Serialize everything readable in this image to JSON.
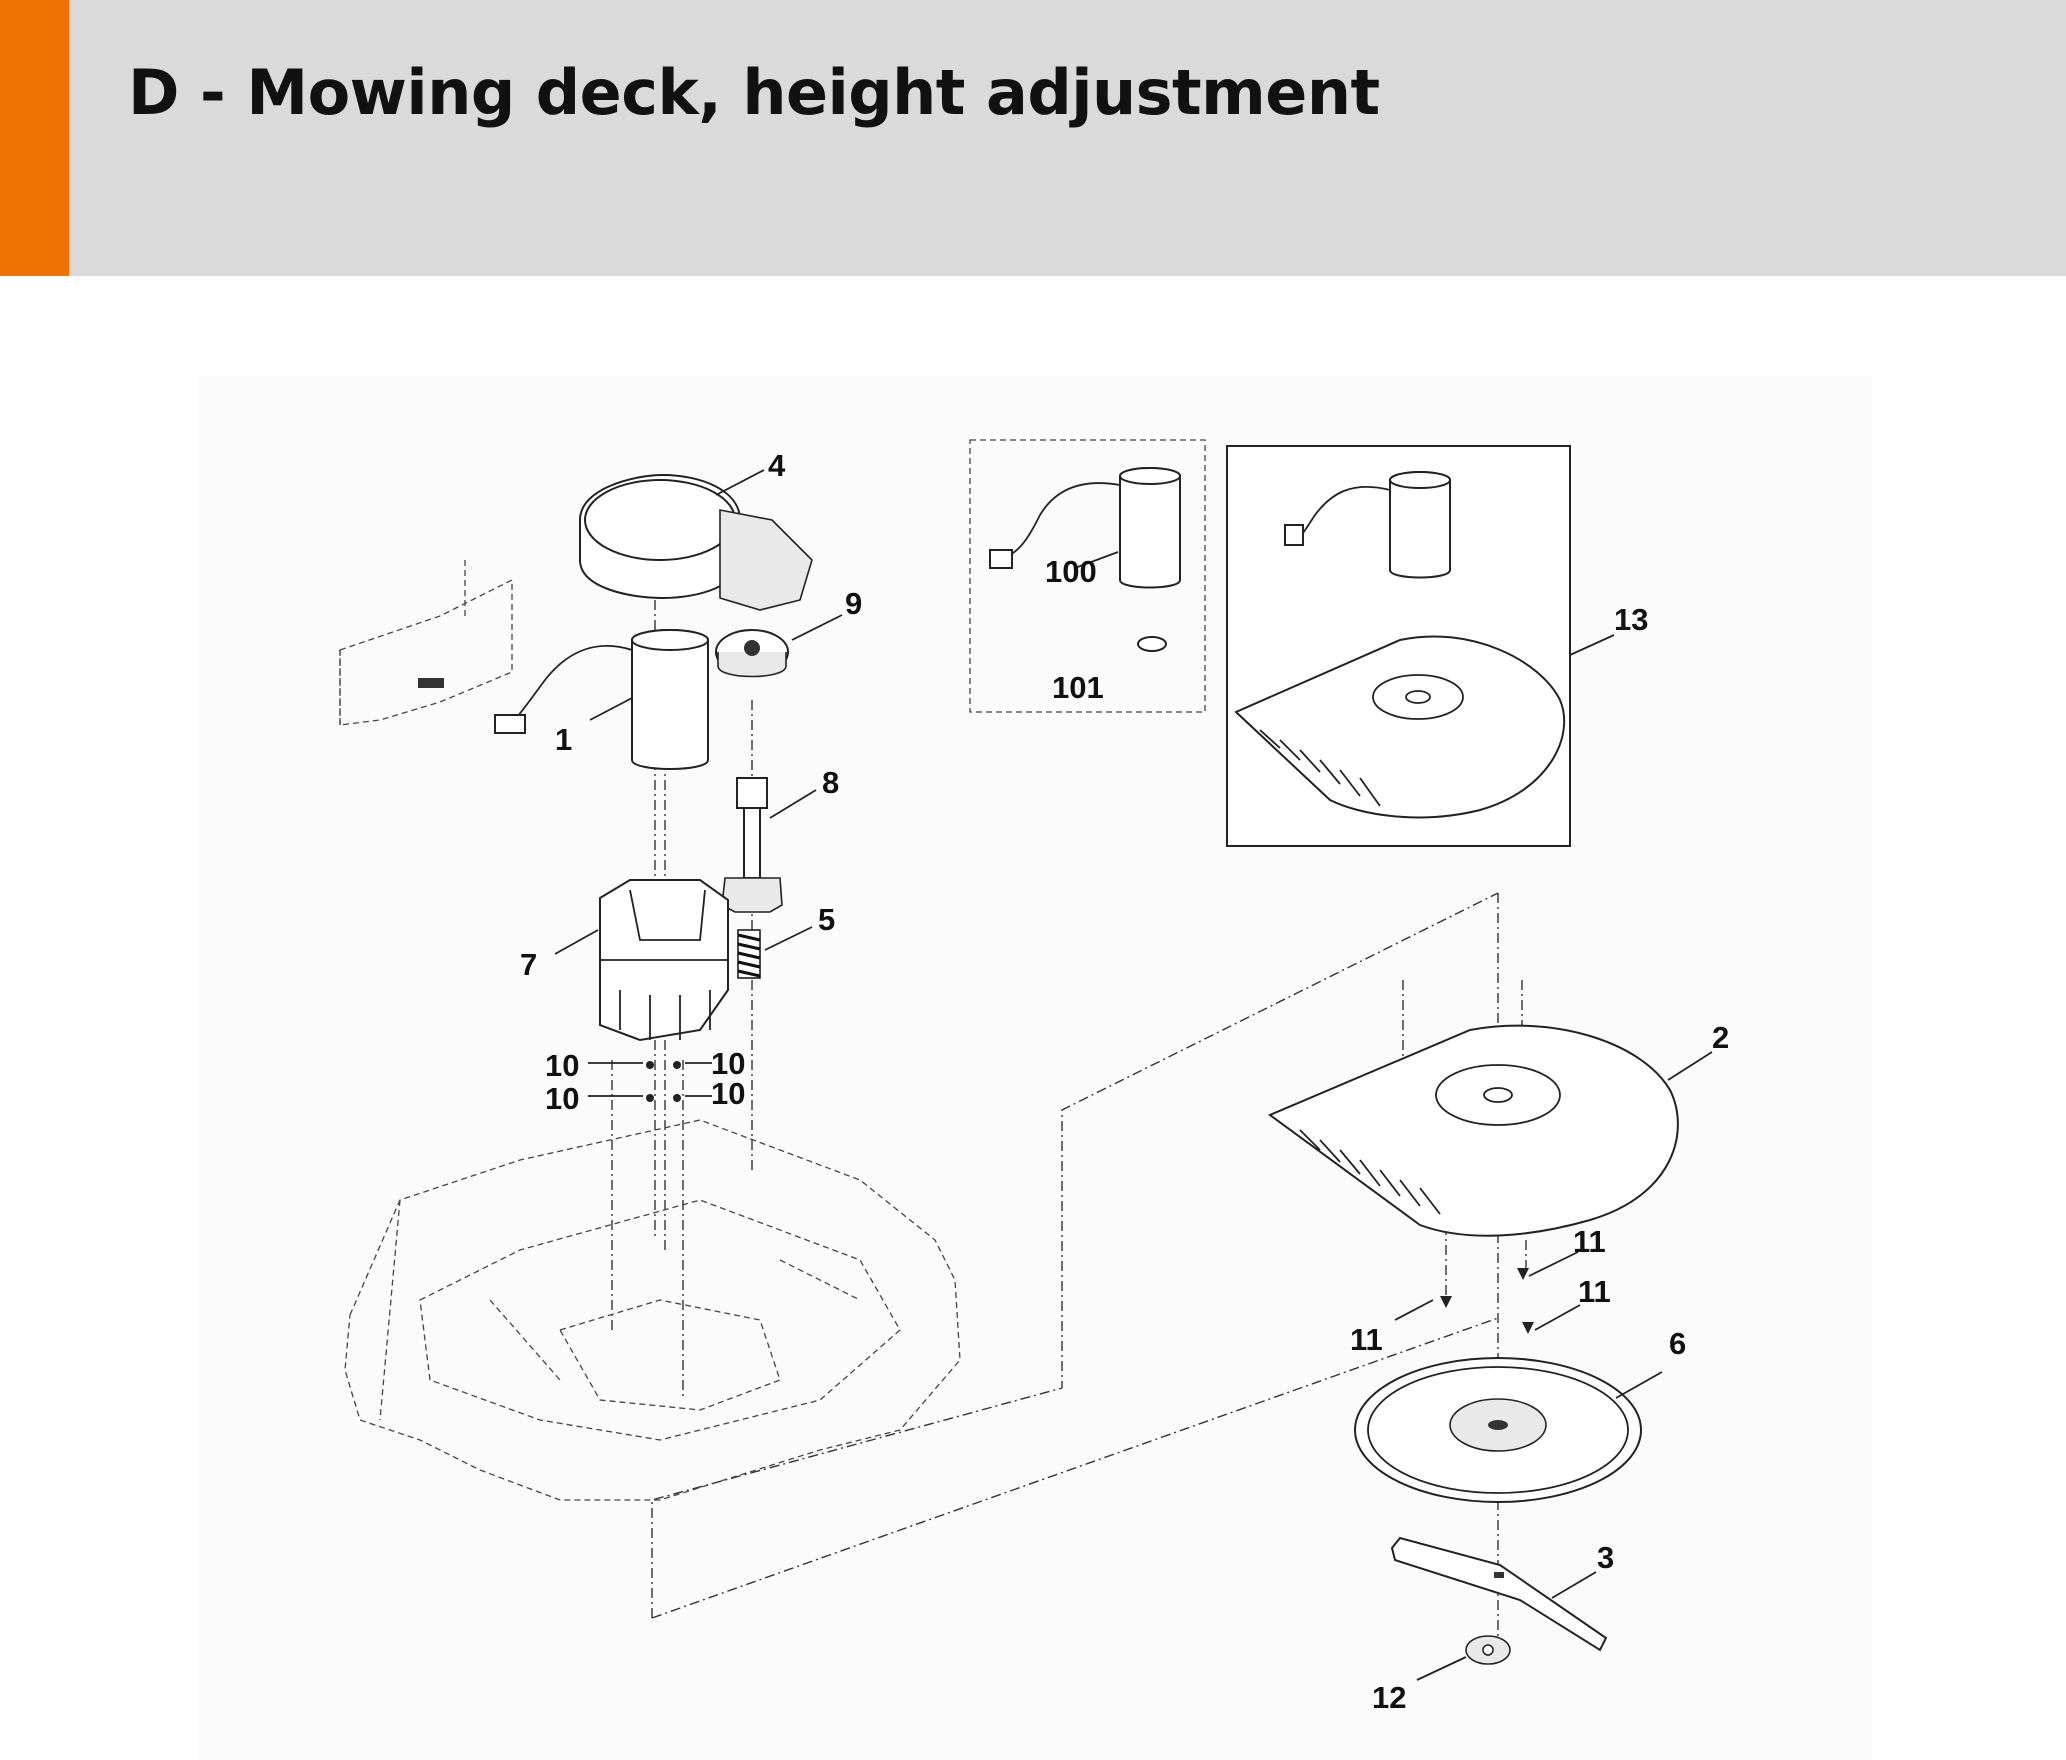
{
  "header": {
    "title": "D - Mowing deck, height adjustment",
    "accent_color": "#ef7300",
    "band_color": "#dadada"
  },
  "callouts": {
    "c1": "1",
    "c2": "2",
    "c3": "3",
    "c4": "4",
    "c5": "5",
    "c6": "6",
    "c7": "7",
    "c8": "8",
    "c9": "9",
    "c10a": "10",
    "c10b": "10",
    "c10c": "10",
    "c10d": "10",
    "c11a": "11",
    "c11b": "11",
    "c11c": "11",
    "c12": "12",
    "c13": "13",
    "c100": "100",
    "c101": "101"
  }
}
